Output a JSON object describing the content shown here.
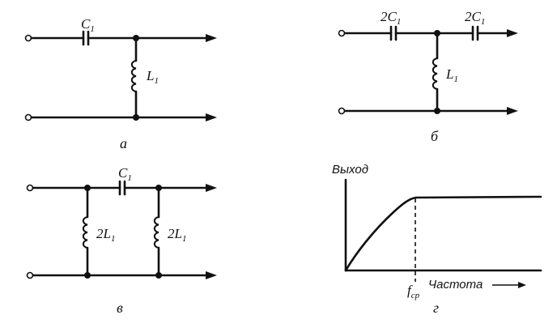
{
  "circuit_a": {
    "cap_main": "C",
    "cap_sub": "1",
    "ind_main": "L",
    "ind_sub": "1",
    "caption": "а"
  },
  "circuit_b": {
    "cap1_main": "2C",
    "cap1_sub": "1",
    "cap2_main": "2C",
    "cap2_sub": "1",
    "ind_main": "L",
    "ind_sub": "1",
    "caption": "б"
  },
  "circuit_c": {
    "cap_main": "C",
    "cap_sub": "1",
    "ind1_main": "2L",
    "ind1_sub": "1",
    "ind2_main": "2L",
    "ind2_sub": "1",
    "caption": "в"
  },
  "graph_d": {
    "ylabel": "Выход",
    "xlabel": "Частота",
    "cutoff_main": "f",
    "cutoff_sub": "ср",
    "caption": "г"
  }
}
